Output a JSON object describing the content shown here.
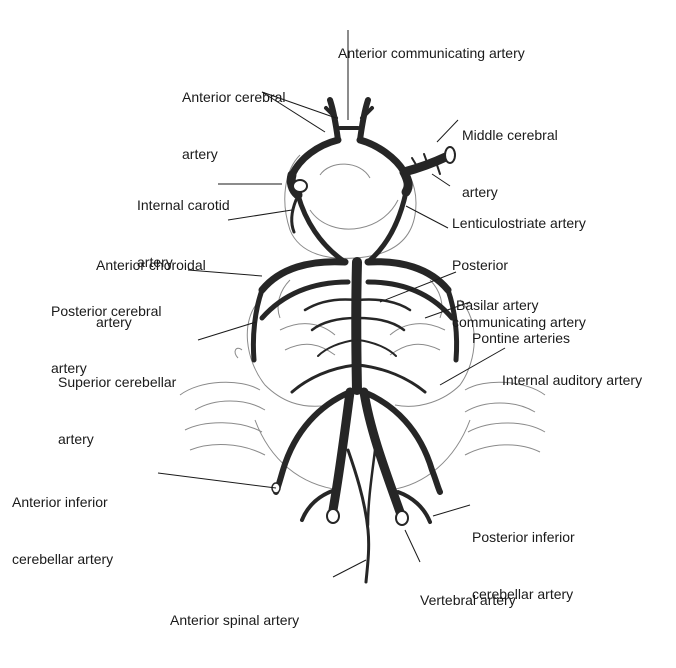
{
  "labels": {
    "anterior_communicating": {
      "line1": "Anterior communicating artery"
    },
    "anterior_cerebral": {
      "line1": "Anterior cerebral",
      "line2": "artery"
    },
    "middle_cerebral": {
      "line1": "Middle cerebral",
      "line2": "artery"
    },
    "internal_carotid": {
      "line1": "Internal carotid",
      "line2": "artery"
    },
    "lenticulostriate": {
      "line1": "Lenticulostriate artery"
    },
    "anterior_choroidal": {
      "line1": "Anterior choroidal",
      "line2": "artery"
    },
    "posterior_communicating": {
      "line1": "Posterior",
      "line2": "communicating artery"
    },
    "posterior_cerebral": {
      "line1": "Posterior cerebral",
      "line2": "artery"
    },
    "basilar": {
      "line1": "Basilar artery"
    },
    "pontine": {
      "line1": "Pontine arteries"
    },
    "superior_cerebellar": {
      "line1": "Superior cerebellar",
      "line2": "artery"
    },
    "internal_auditory": {
      "line1": "Internal auditory artery"
    },
    "anterior_inferior_cerebellar": {
      "line1": "Anterior inferior",
      "line2": "cerebellar artery"
    },
    "posterior_inferior_cerebellar": {
      "line1": "Posterior inferior",
      "line2": "cerebellar artery"
    },
    "vertebral": {
      "line1": "Vertebral artery"
    },
    "anterior_spinal": {
      "line1": "Anterior spinal artery"
    }
  },
  "colors": {
    "ink": "#1a1a1a",
    "vessel": "#262626",
    "sketch": "#8a8a8a",
    "background": "#ffffff"
  }
}
